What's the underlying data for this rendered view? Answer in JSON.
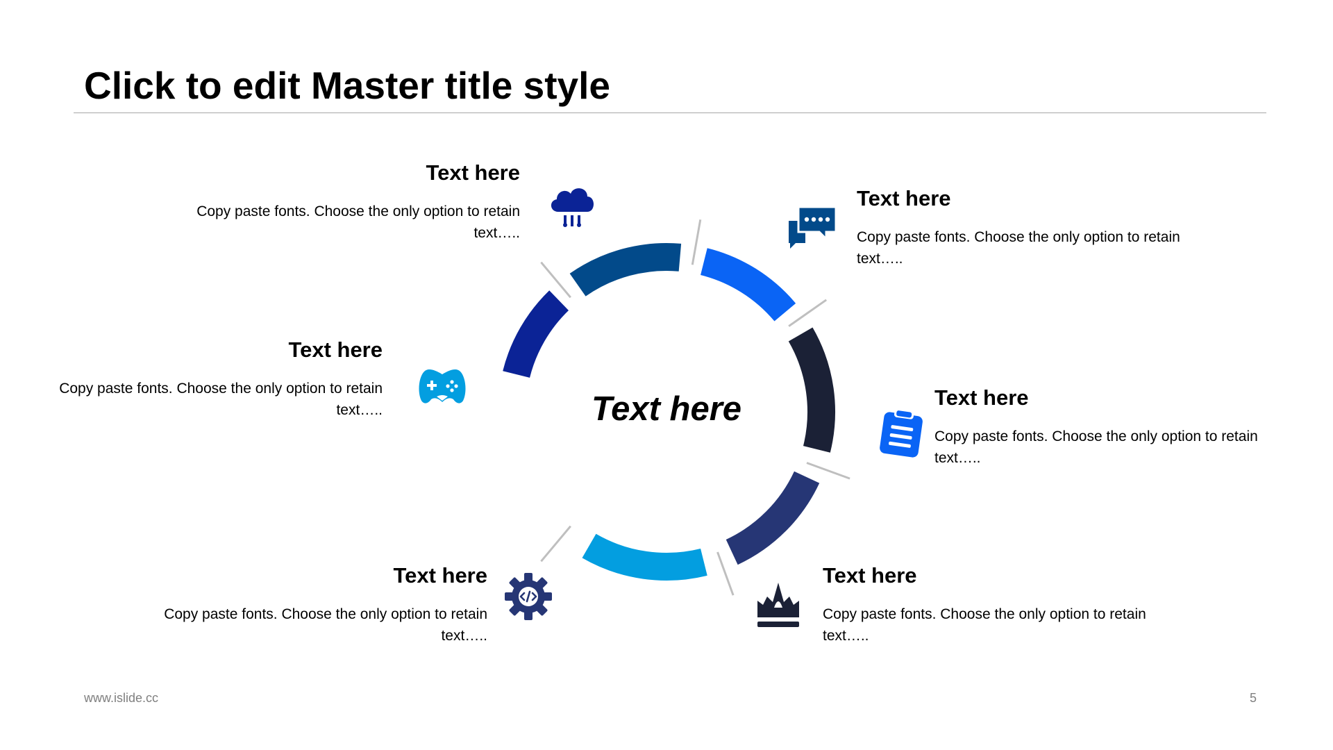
{
  "slide": {
    "title": "Click to edit Master title style",
    "center_label": "Text here"
  },
  "items": [
    {
      "heading": "Text here",
      "body": "Copy paste fonts. Choose the only option to retain text…..",
      "icon": "cloud-computing-icon",
      "color": "#0B2396"
    },
    {
      "heading": "Text here",
      "body": "Copy paste fonts. Choose the only option to retain text…..",
      "icon": "chat-bubbles-icon",
      "color": "#024A8A"
    },
    {
      "heading": "Text here",
      "body": "Copy paste fonts. Choose the only option to retain text…..",
      "icon": "clipboard-icon",
      "color": "#0A64F5"
    },
    {
      "heading": "Text here",
      "body": "Copy paste fonts. Choose the only option to retain text…..",
      "icon": "crown-icon",
      "color": "#1B2136"
    },
    {
      "heading": "Text here",
      "body": "Copy paste fonts. Choose the only option to retain text…..",
      "icon": "code-gear-icon",
      "color": "#263675"
    },
    {
      "heading": "Text here",
      "body": "Copy paste fonts. Choose the only option to retain text…..",
      "icon": "gamepad-icon",
      "color": "#039EE0"
    }
  ],
  "footer": {
    "url": "www.islide.cc",
    "page_number": "5"
  }
}
